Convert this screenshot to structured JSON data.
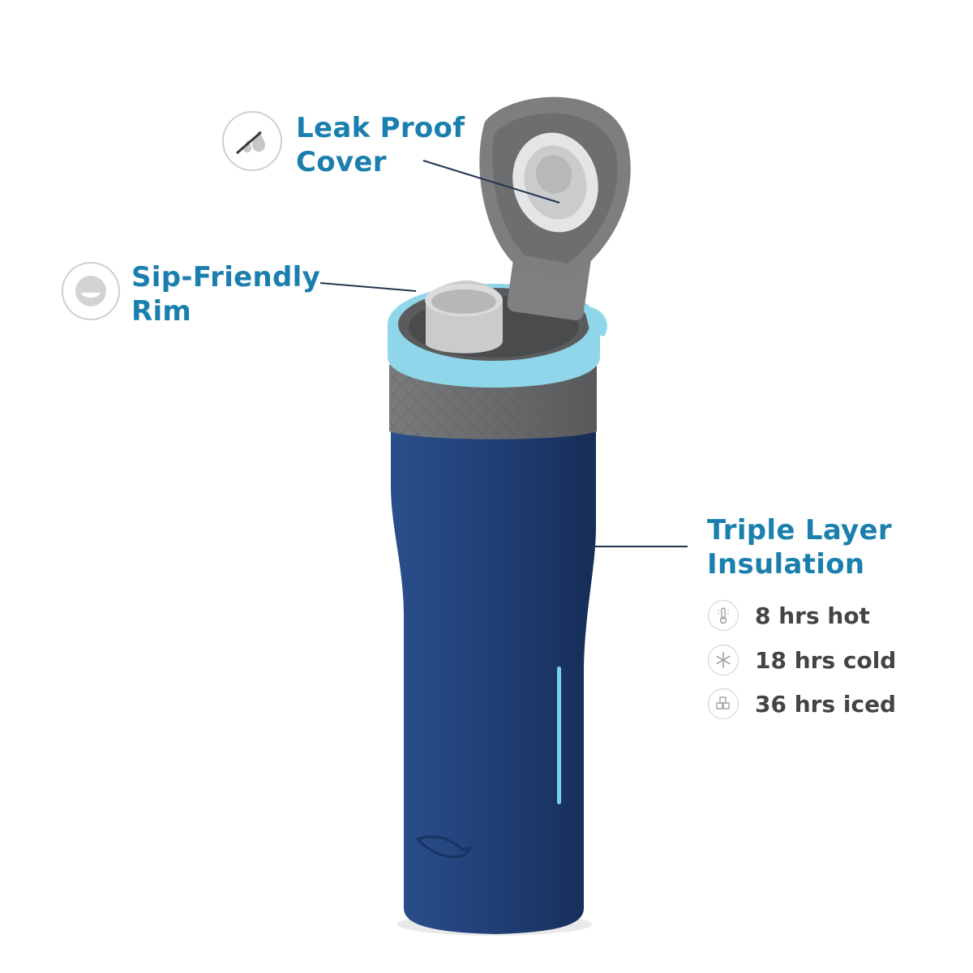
{
  "colors": {
    "accent_text": "#1b7fae",
    "bottle_body": "#1e3f73",
    "band_grey": "#6a6a6c",
    "rim_blue": "#8fd6ea",
    "lid_grey": "#8a8b8d",
    "stat_text": "#444444"
  },
  "features": {
    "leak_proof": {
      "line1": "Leak Proof",
      "line2": "Cover",
      "icon": "no-drip-icon"
    },
    "sip_rim": {
      "line1": "Sip-Friendly",
      "line2": "Rim",
      "icon": "smile-rim-icon"
    },
    "insulation": {
      "line1": "Triple Layer",
      "line2": "Insulation"
    }
  },
  "stats": [
    {
      "icon": "thermometer-icon",
      "text": "8 hrs hot"
    },
    {
      "icon": "snowflake-icon",
      "text": "18 hrs cold"
    },
    {
      "icon": "ice-cubes-icon",
      "text": "36 hrs iced"
    }
  ]
}
